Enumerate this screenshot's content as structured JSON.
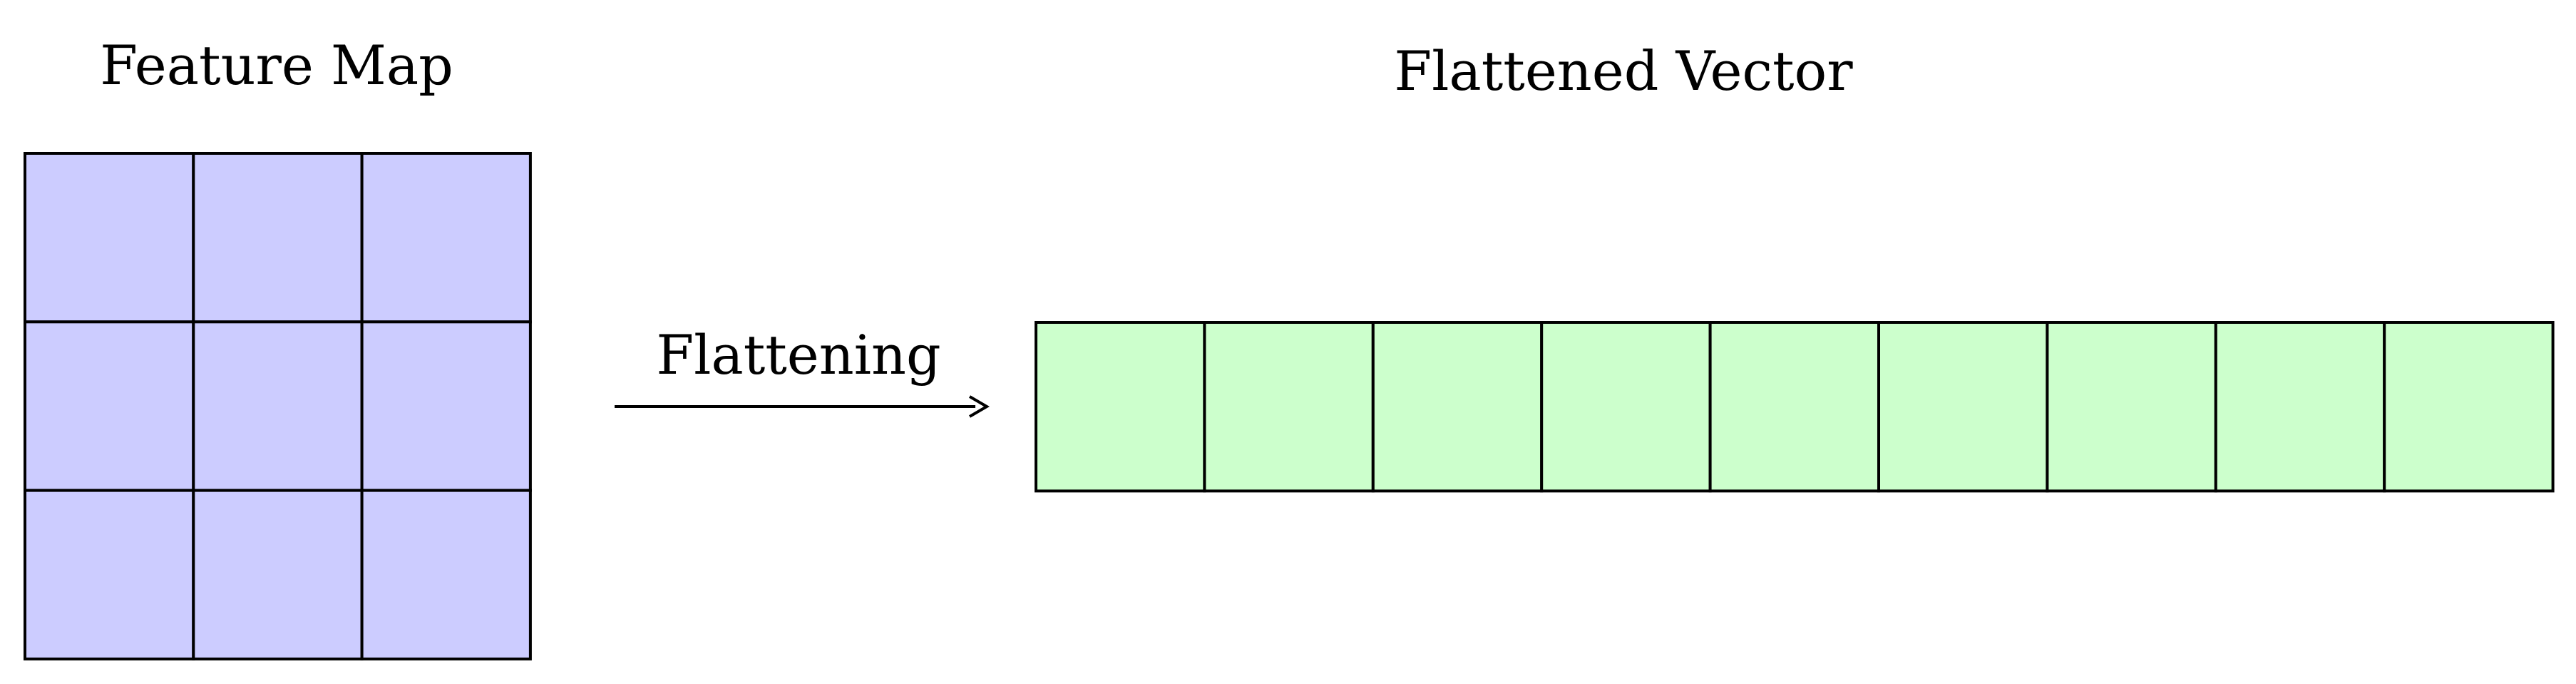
{
  "feature_map": {
    "title": "Feature Map",
    "rows": 3,
    "cols": 3,
    "fill_color": "#ccccff"
  },
  "flattened_vector": {
    "title": "Flattened Vector",
    "cells": 9,
    "fill_color": "#ccffcc"
  },
  "operation": {
    "label": "Flattening",
    "arrow_icon": "arrow-right-icon"
  },
  "stroke_color": "#000000"
}
